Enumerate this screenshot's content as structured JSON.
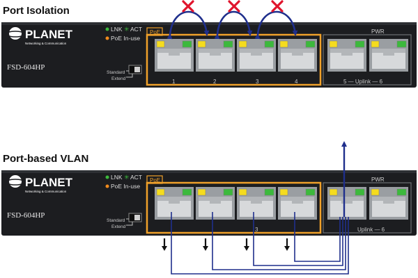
{
  "sections": [
    {
      "title": "Port Isolation",
      "switch": {
        "brand": "PLANET",
        "brand_tagline": "Networking & Communication",
        "model": "FSD-604HP",
        "legend_lnk": "LNK",
        "legend_act": "ACT",
        "legend_poe": "PoE In-use",
        "poe_tag": "PoE",
        "pwr_label": "PWR",
        "mode_standard": "Standard",
        "mode_extend": "Extend",
        "port_numbers": [
          "1",
          "2",
          "3",
          "4"
        ],
        "uplink_label": "5 — Uplink — 6"
      }
    },
    {
      "title": "Port-based VLAN",
      "switch": {
        "brand": "PLANET",
        "brand_tagline": "Networking & Communication",
        "model": "FSD-604HP",
        "legend_lnk": "LNK",
        "legend_act": "ACT",
        "legend_poe": "PoE In-use",
        "poe_tag": "PoE",
        "pwr_label": "PWR",
        "mode_standard": "Standard",
        "mode_extend": "Extend",
        "port_numbers_visible": [
          "3"
        ],
        "uplink_label": "Uplink — 6"
      }
    }
  ],
  "colors": {
    "chassis": "#1c1d20",
    "poe_frame": "#f0a12a",
    "arrow": "#1f2f8c",
    "blocked": "#e0142c",
    "led_green": "#3cb93c",
    "led_yellow": "#f5dc1e",
    "port_grey": "#9a9ea2"
  }
}
